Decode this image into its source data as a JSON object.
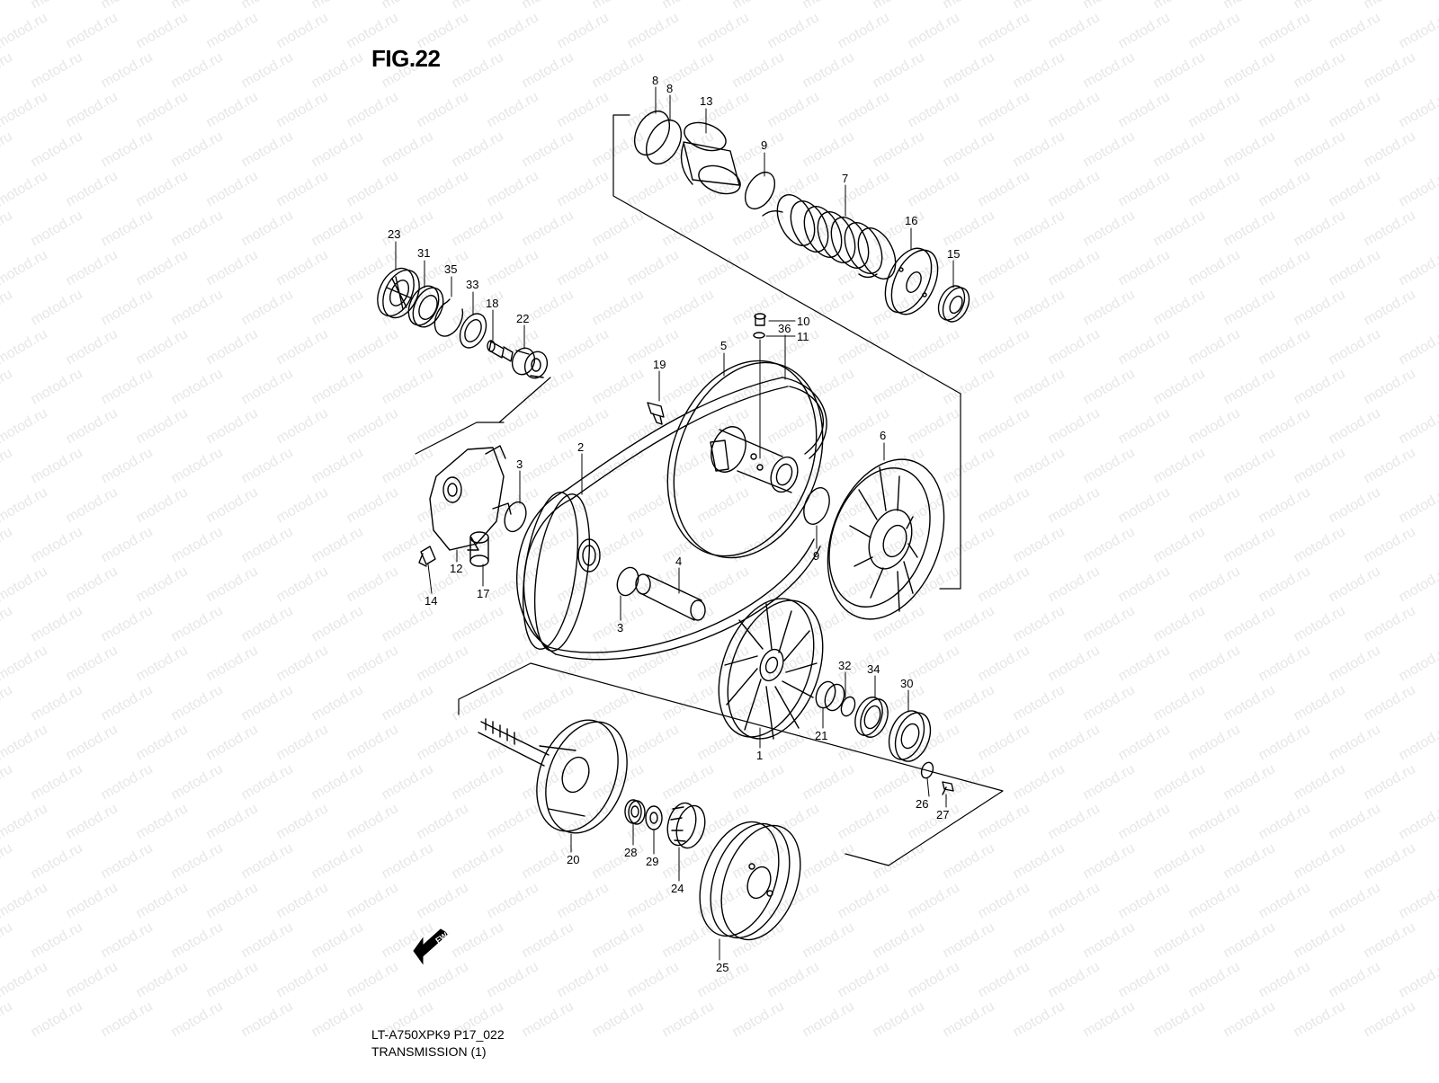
{
  "figure": {
    "title": "FIG.22",
    "model_code": "LT-A750XPK9 P17_022",
    "section_title": "TRANSMISSION (1)",
    "fwd_label": "FWD",
    "watermark": "motod.ru"
  },
  "callouts": [
    {
      "id": "c8a",
      "label": "8"
    },
    {
      "id": "c8b",
      "label": "8"
    },
    {
      "id": "c13",
      "label": "13"
    },
    {
      "id": "c9a",
      "label": "9"
    },
    {
      "id": "c7",
      "label": "7"
    },
    {
      "id": "c16",
      "label": "16"
    },
    {
      "id": "c15",
      "label": "15"
    },
    {
      "id": "c23",
      "label": "23"
    },
    {
      "id": "c31",
      "label": "31"
    },
    {
      "id": "c35",
      "label": "35"
    },
    {
      "id": "c33",
      "label": "33"
    },
    {
      "id": "c18",
      "label": "18"
    },
    {
      "id": "c22",
      "label": "22"
    },
    {
      "id": "c10",
      "label": "10"
    },
    {
      "id": "c11",
      "label": "11"
    },
    {
      "id": "c5",
      "label": "5"
    },
    {
      "id": "c36",
      "label": "36"
    },
    {
      "id": "c19",
      "label": "19"
    },
    {
      "id": "c6",
      "label": "6"
    },
    {
      "id": "c2",
      "label": "2"
    },
    {
      "id": "c3a",
      "label": "3"
    },
    {
      "id": "c9b",
      "label": "9"
    },
    {
      "id": "c12",
      "label": "12"
    },
    {
      "id": "c14",
      "label": "14"
    },
    {
      "id": "c17",
      "label": "17"
    },
    {
      "id": "c4",
      "label": "4"
    },
    {
      "id": "c3b",
      "label": "3"
    },
    {
      "id": "c32",
      "label": "32"
    },
    {
      "id": "c34",
      "label": "34"
    },
    {
      "id": "c30",
      "label": "30"
    },
    {
      "id": "c21",
      "label": "21"
    },
    {
      "id": "c1",
      "label": "1"
    },
    {
      "id": "c26",
      "label": "26"
    },
    {
      "id": "c27",
      "label": "27"
    },
    {
      "id": "c20",
      "label": "20"
    },
    {
      "id": "c28",
      "label": "28"
    },
    {
      "id": "c29",
      "label": "29"
    },
    {
      "id": "c24",
      "label": "24"
    },
    {
      "id": "c25",
      "label": "25"
    }
  ]
}
